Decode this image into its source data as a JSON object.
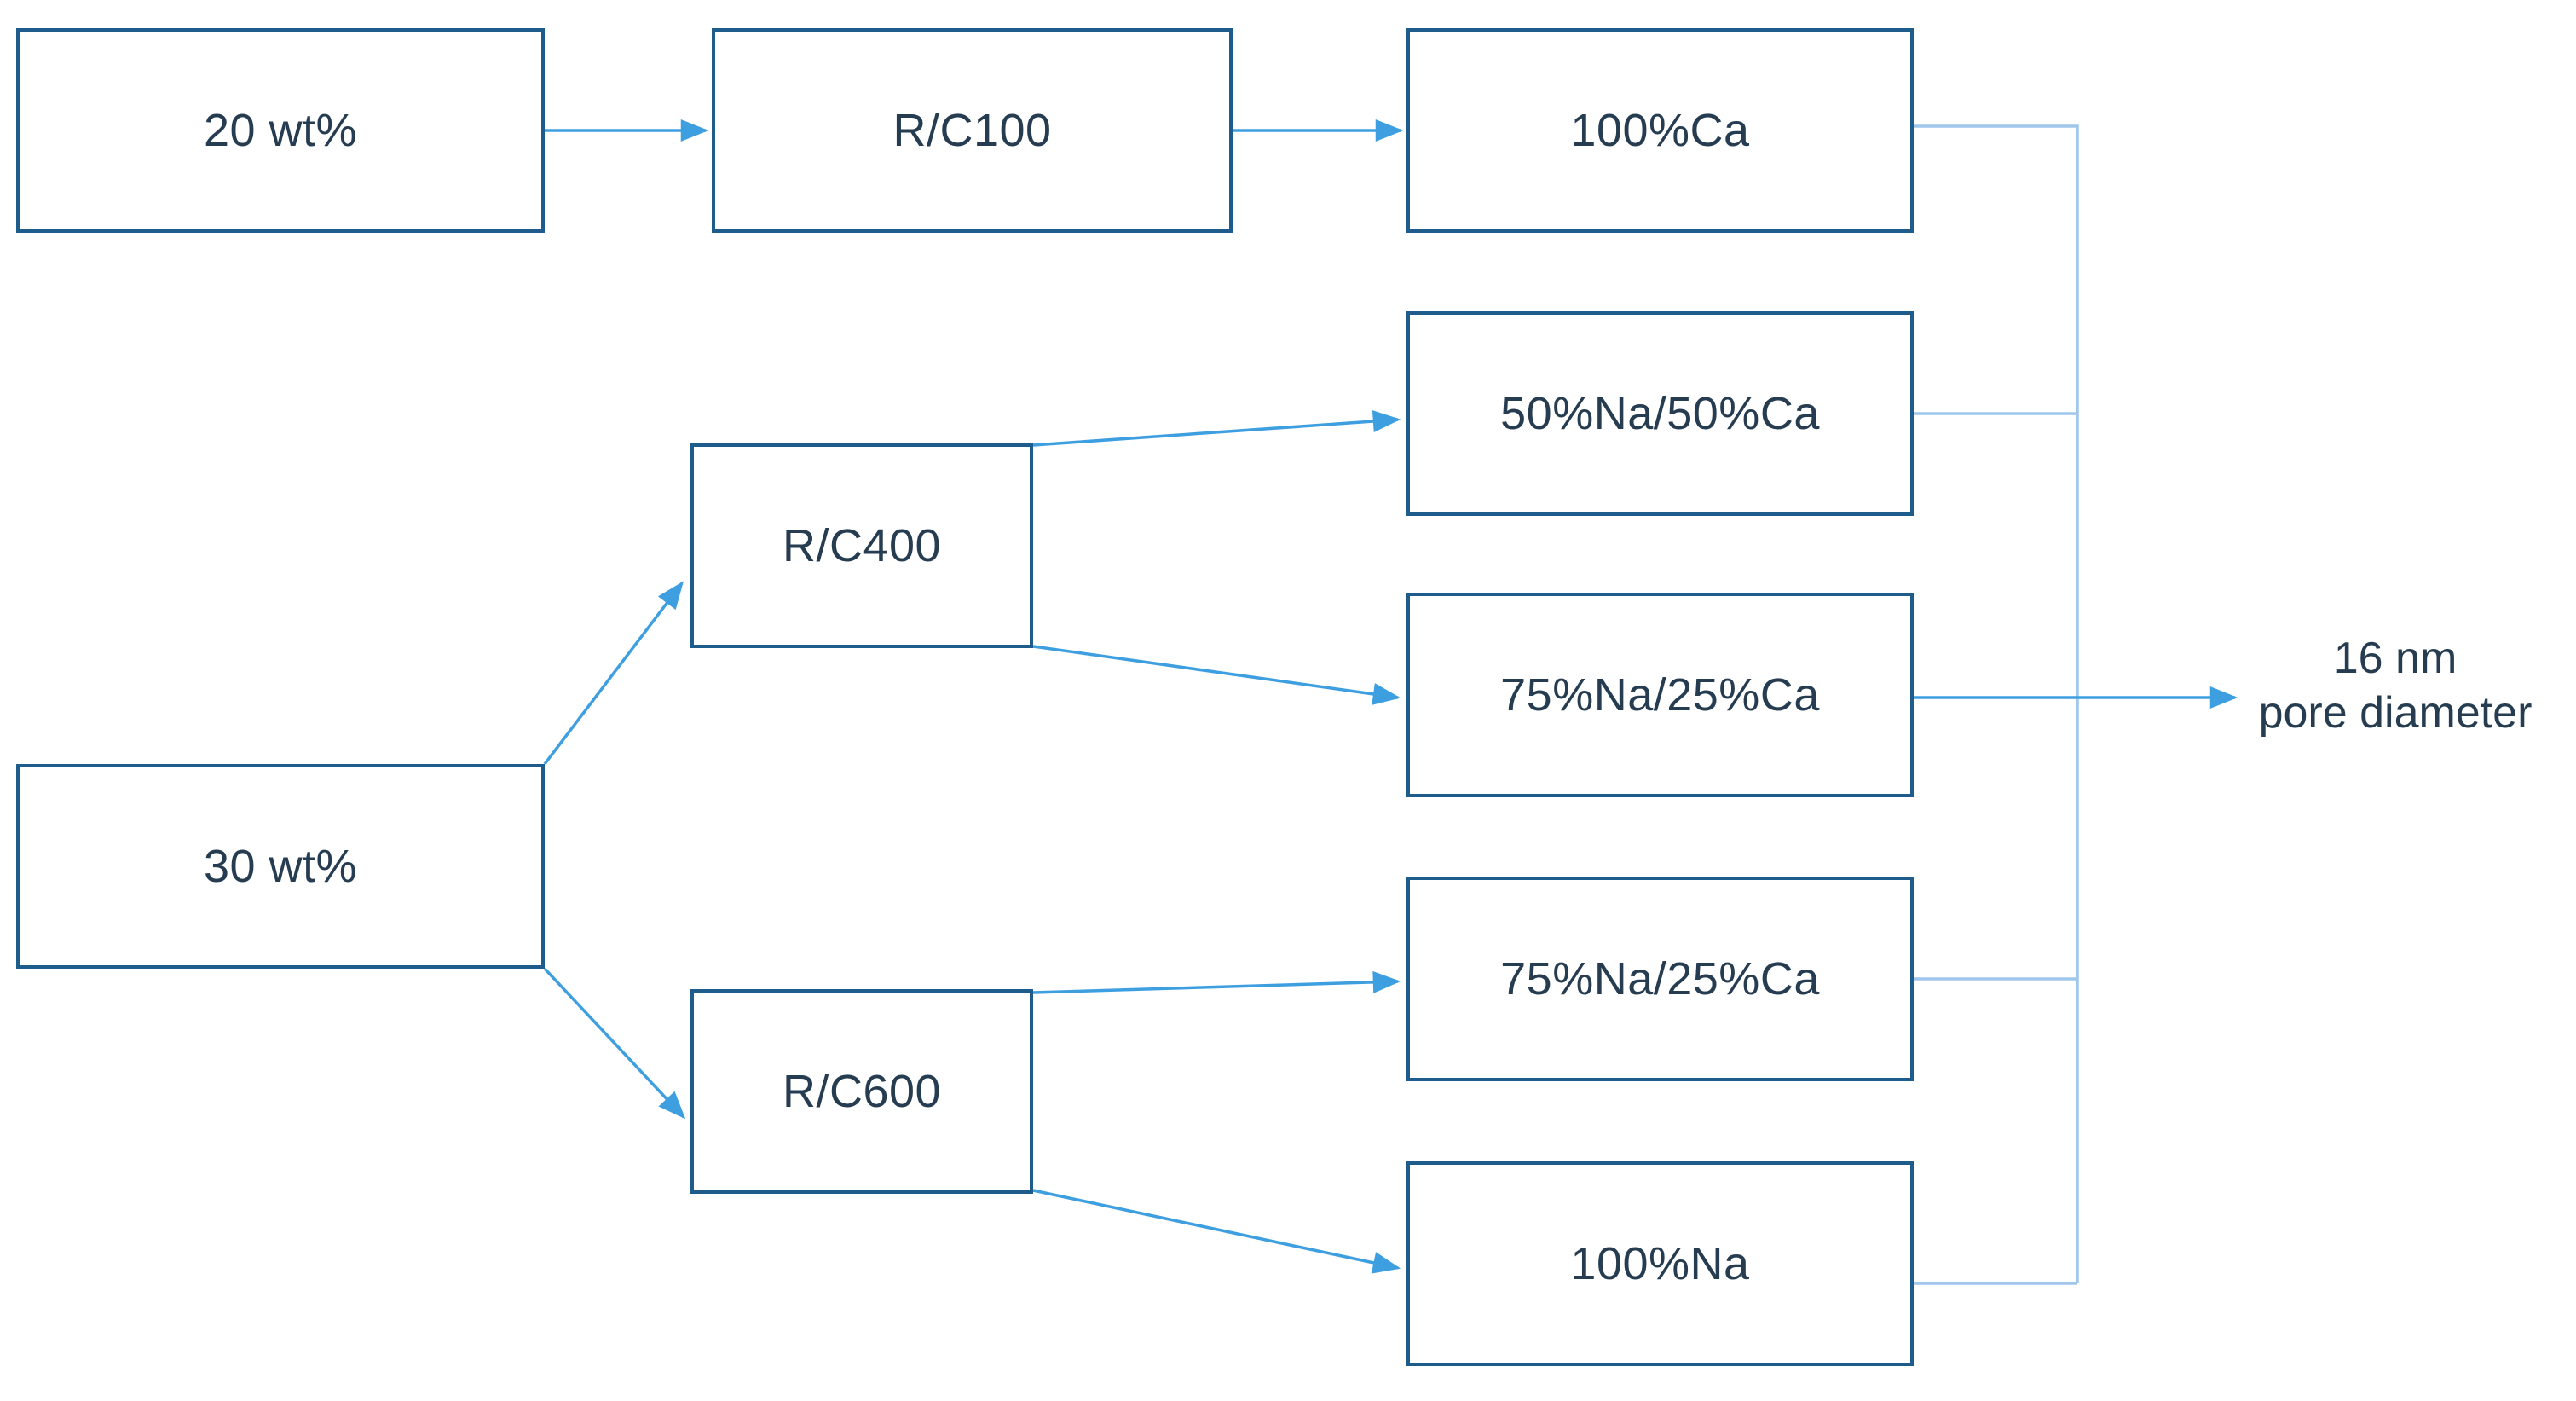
{
  "diagram": {
    "description": "Flowchart of resorcinol-formaldehyde gel synthesis conditions converging to a single pore size",
    "nodes": [
      {
        "id": "wt20",
        "label": "20 wt%"
      },
      {
        "id": "rc100",
        "label": "R/C100"
      },
      {
        "id": "ca100",
        "label": "100%Ca"
      },
      {
        "id": "na50ca50",
        "label": "50%Na/50%Ca"
      },
      {
        "id": "rc400",
        "label": "R/C400"
      },
      {
        "id": "na75ca25a",
        "label": "75%Na/25%Ca"
      },
      {
        "id": "wt30",
        "label": "30 wt%"
      },
      {
        "id": "na75ca25b",
        "label": "75%Na/25%Ca"
      },
      {
        "id": "rc600",
        "label": "R/C600"
      },
      {
        "id": "na100",
        "label": "100%Na"
      }
    ],
    "output": {
      "line1": "16 nm",
      "line2": "pore diameter"
    },
    "edges": [
      {
        "from": "20 wt%",
        "to": "R/C100"
      },
      {
        "from": "R/C100",
        "to": "100%Ca"
      },
      {
        "from": "30 wt%",
        "to": "R/C400"
      },
      {
        "from": "30 wt%",
        "to": "R/C600"
      },
      {
        "from": "R/C400",
        "to": "50%Na/50%Ca"
      },
      {
        "from": "R/C400",
        "to": "75%Na/25%Ca"
      },
      {
        "from": "R/C600",
        "to": "75%Na/25%Ca"
      },
      {
        "from": "R/C600",
        "to": "100%Na"
      },
      {
        "from": "100%Ca",
        "to": "16 nm pore diameter"
      },
      {
        "from": "50%Na/50%Ca",
        "to": "16 nm pore diameter"
      },
      {
        "from": "75%Na/25%Ca (R/C400)",
        "to": "16 nm pore diameter"
      },
      {
        "from": "75%Na/25%Ca (R/C600)",
        "to": "16 nm pore diameter"
      },
      {
        "from": "100%Na",
        "to": "16 nm pore diameter"
      }
    ],
    "colors": {
      "box_border": "#1E5C8C",
      "text": "#263C50",
      "arrow": "#3E9FE0",
      "connector": "#9FC7EC",
      "background": "#FFFFFF"
    }
  }
}
